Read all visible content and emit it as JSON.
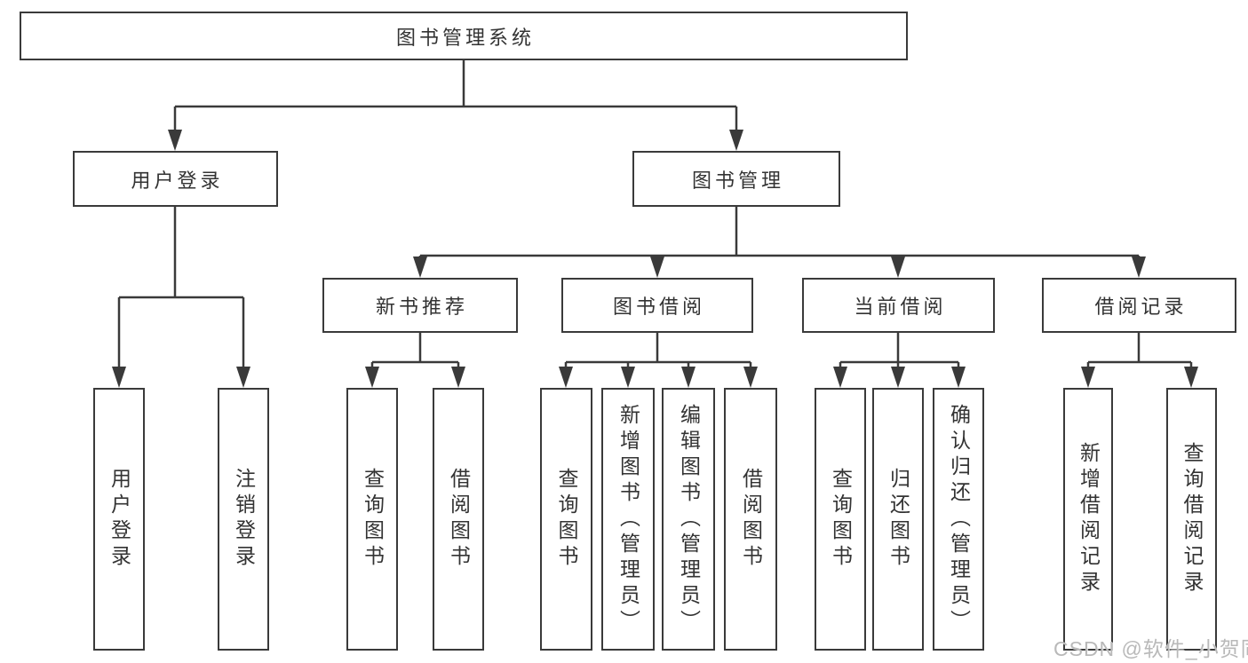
{
  "tree": {
    "root": {
      "label": "图书管理系统",
      "children": [
        {
          "label": "用户登录",
          "children": [
            {
              "label": "用户登录"
            },
            {
              "label": "注销登录"
            }
          ]
        },
        {
          "label": "图书管理",
          "children": [
            {
              "label": "新书推荐",
              "children": [
                {
                  "label": "查询图书"
                },
                {
                  "label": "借阅图书"
                }
              ]
            },
            {
              "label": "图书借阅",
              "children": [
                {
                  "label": "查询图书"
                },
                {
                  "label": "新增图书（管理员）"
                },
                {
                  "label": "编辑图书（管理员）"
                },
                {
                  "label": "借阅图书"
                }
              ]
            },
            {
              "label": "当前借阅",
              "children": [
                {
                  "label": "查询图书"
                },
                {
                  "label": "归还图书"
                },
                {
                  "label": "确认归还（管理员）"
                }
              ]
            },
            {
              "label": "借阅记录",
              "children": [
                {
                  "label": "新增借阅记录"
                },
                {
                  "label": "查询借阅记录"
                }
              ]
            }
          ]
        }
      ]
    }
  },
  "watermark": {
    "text": "CSDN @软件_小贺同学"
  },
  "colors": {
    "line": "#3a3a3a",
    "box_border": "#3a3a3a",
    "text": "#333333",
    "watermark": "#b9b9b9",
    "background": "#ffffff"
  }
}
